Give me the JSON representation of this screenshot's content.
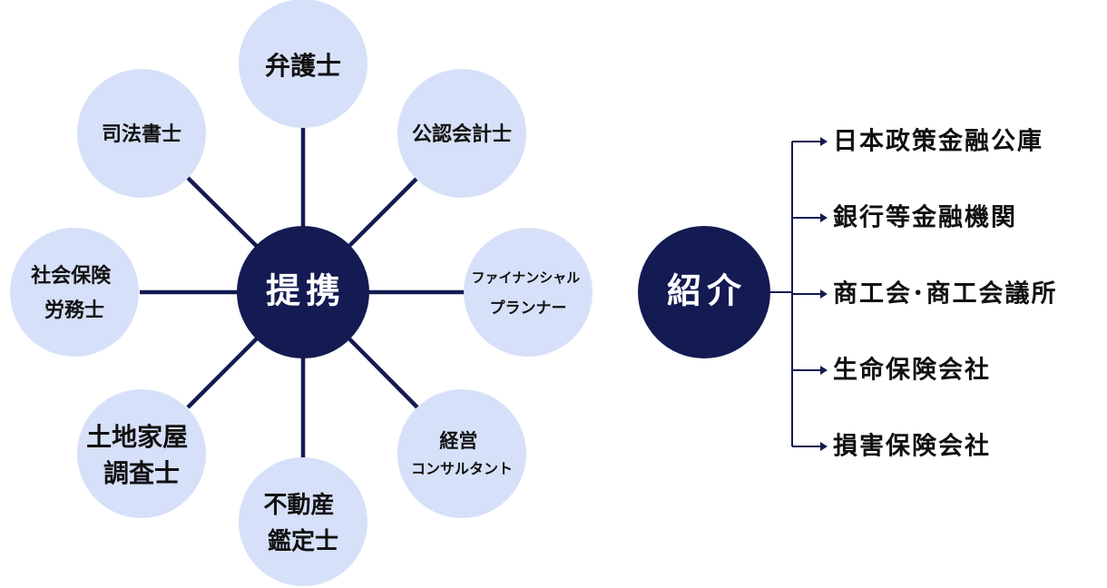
{
  "colors": {
    "navy": "#141a52",
    "partner_fill": "#d6e0f8",
    "partner_text": "#111111",
    "hub_text": "#ffffff"
  },
  "partnership": {
    "hub_label": "提携",
    "partners": [
      {
        "id": "lawyer",
        "lines": [
          "弁護士"
        ]
      },
      {
        "id": "cpa",
        "lines": [
          "公認会計士"
        ]
      },
      {
        "id": "financial-planner",
        "lines": [
          "ファイナンシャル",
          "プランナー"
        ]
      },
      {
        "id": "management-consultant",
        "lines": [
          "経営",
          "コンサルタント"
        ]
      },
      {
        "id": "real-estate-appraiser",
        "lines": [
          "不動産",
          "鑑定士"
        ]
      },
      {
        "id": "land-house-surveyor",
        "lines": [
          "土地家屋",
          "調査士"
        ]
      },
      {
        "id": "labor-social-security-attorney",
        "lines": [
          "社会保険",
          "労務士"
        ]
      },
      {
        "id": "judicial-scrivener",
        "lines": [
          "司法書士"
        ]
      }
    ]
  },
  "referral": {
    "hub_label": "紹介",
    "targets": [
      "日本政策金融公庫",
      "銀行等金融機関",
      "商工会･商工会議所",
      "生命保険会社",
      "損害保険会社"
    ]
  }
}
